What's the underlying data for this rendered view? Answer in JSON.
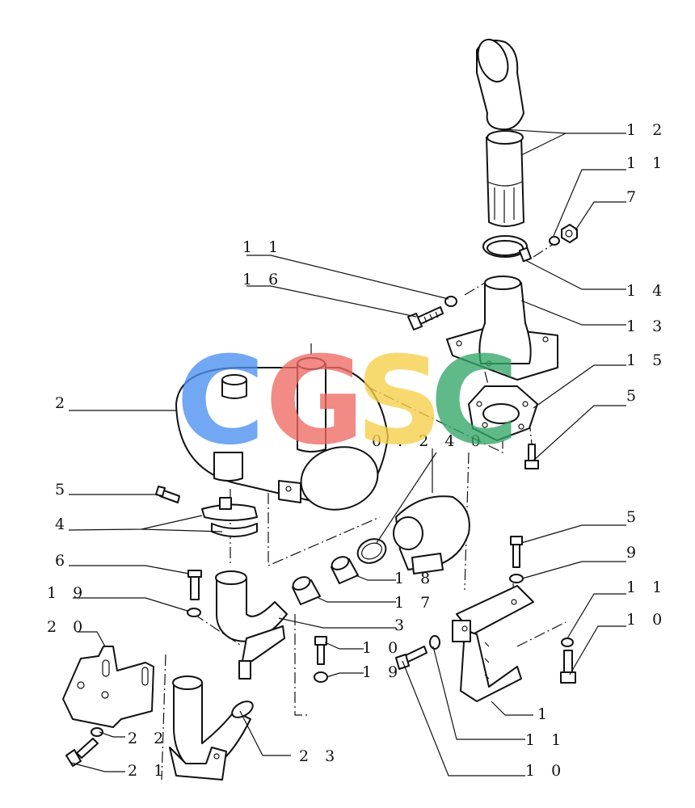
{
  "callouts": {
    "c12": "1 2",
    "c11a": "1 1",
    "c7": "7",
    "c11b": "1 1",
    "c16": "1 6",
    "c14": "1 4",
    "c13": "1 3",
    "c15": "1 5",
    "c2": "2",
    "c5a": "5",
    "c0240": "0 . 2 4 0",
    "c5b": "5",
    "c4": "4",
    "c6": "6",
    "c5c": "5",
    "c9": "9",
    "c18": "1 8",
    "c19a": "1 9",
    "c17": "1 7",
    "c11c": "1 1",
    "c3": "3",
    "c10a": "1 0",
    "c20": "2 0",
    "c10b": "1 0",
    "c19b": "1 9",
    "c1": "1",
    "c22": "2 2",
    "c11d": "1 1",
    "c23": "2 3",
    "c21": "2 1",
    "c10c": "1 0"
  },
  "watermark": {
    "letters": [
      "C",
      "G",
      "S",
      "C"
    ],
    "colors": [
      "#4a8ff0",
      "#ef6a63",
      "#f7cf47",
      "#34a668"
    ]
  }
}
